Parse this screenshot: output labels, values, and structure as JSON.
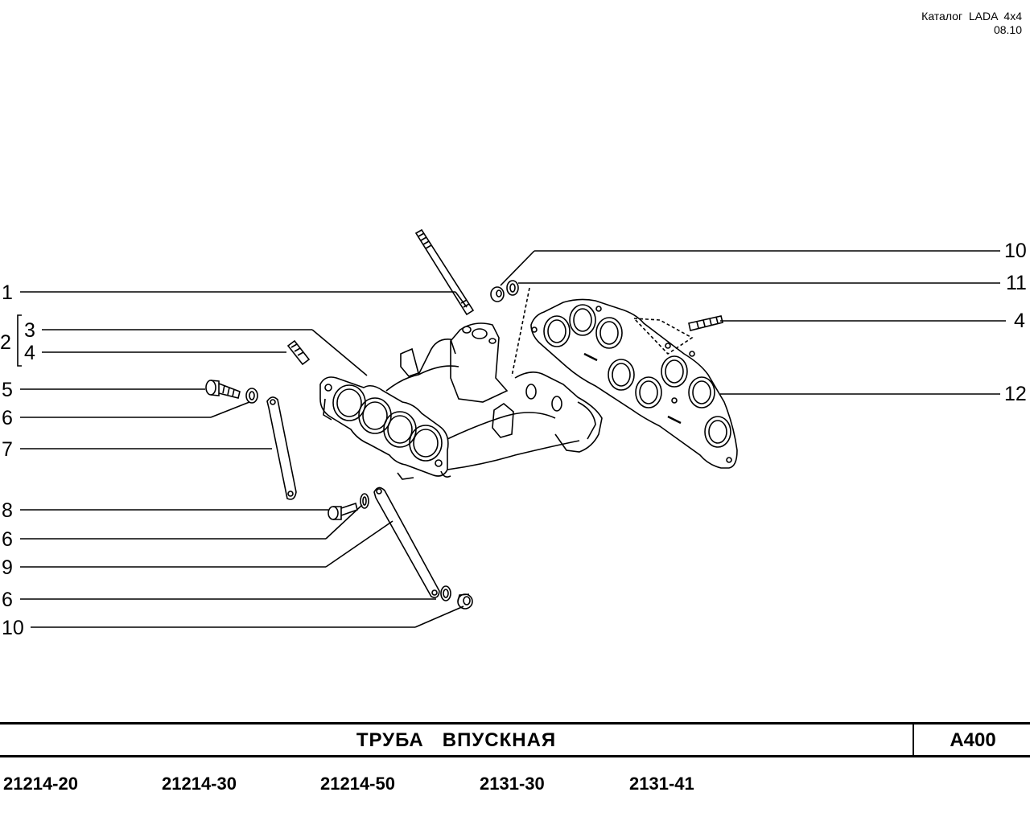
{
  "header": {
    "catalog": "Каталог  LADA  4x4",
    "date": "08.10"
  },
  "callouts": {
    "c1": "1",
    "c2": "2",
    "c3": "3",
    "c4a": "4",
    "c5": "5",
    "c6a": "6",
    "c7": "7",
    "c8": "8",
    "c6b": "6",
    "c9": "9",
    "c6c": "6",
    "c10a": "10",
    "c10b": "10",
    "c11": "11",
    "c4b": "4",
    "c12": "12"
  },
  "footer": {
    "title": "ТРУБА   ВПУСКНАЯ",
    "code": "A400"
  },
  "models": [
    "21214-20",
    "21214-30",
    "21214-50",
    "2131-30",
    "2131-41"
  ]
}
